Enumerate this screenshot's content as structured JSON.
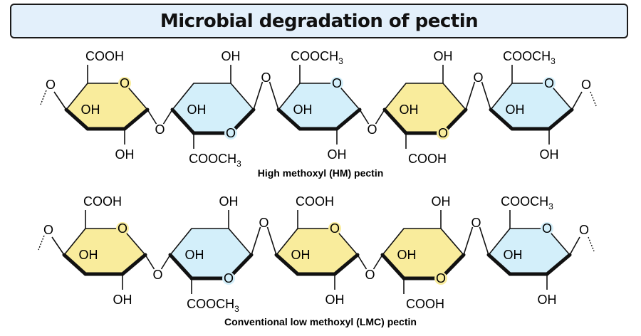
{
  "title": "Microbial degradation of pectin",
  "colors": {
    "yellow": "#f9ec9c",
    "blue": "#d3effa",
    "stroke": "#111111"
  },
  "chains": [
    {
      "caption": "High methoxyl (HM) pectin",
      "rings": [
        {
          "color": "yellow",
          "top": "COOH",
          "inner": "OH",
          "bottom": "OH"
        },
        {
          "color": "blue",
          "top": "OH",
          "inner": "OH",
          "bottom": "COOCH3"
        },
        {
          "color": "blue",
          "top": "COOCH3",
          "inner": "OH",
          "bottom": "OH"
        },
        {
          "color": "yellow",
          "top": "OH",
          "inner": "OH",
          "bottom": "COOH"
        },
        {
          "color": "blue",
          "top": "COOCH3",
          "inner": "OH",
          "bottom": "OH"
        }
      ]
    },
    {
      "caption": "Conventional low methoxyl (LMC) pectin",
      "rings": [
        {
          "color": "yellow",
          "top": "COOH",
          "inner": "OH",
          "bottom": "OH"
        },
        {
          "color": "blue",
          "top": "OH",
          "inner": "OH",
          "bottom": "COOCH3"
        },
        {
          "color": "yellow",
          "top": "COOH",
          "inner": "OH",
          "bottom": "OH"
        },
        {
          "color": "yellow",
          "top": "OH",
          "inner": "OH",
          "bottom": "COOH"
        },
        {
          "color": "blue",
          "top": "COOCH3",
          "inner": "OH",
          "bottom": "OH"
        }
      ]
    }
  ]
}
